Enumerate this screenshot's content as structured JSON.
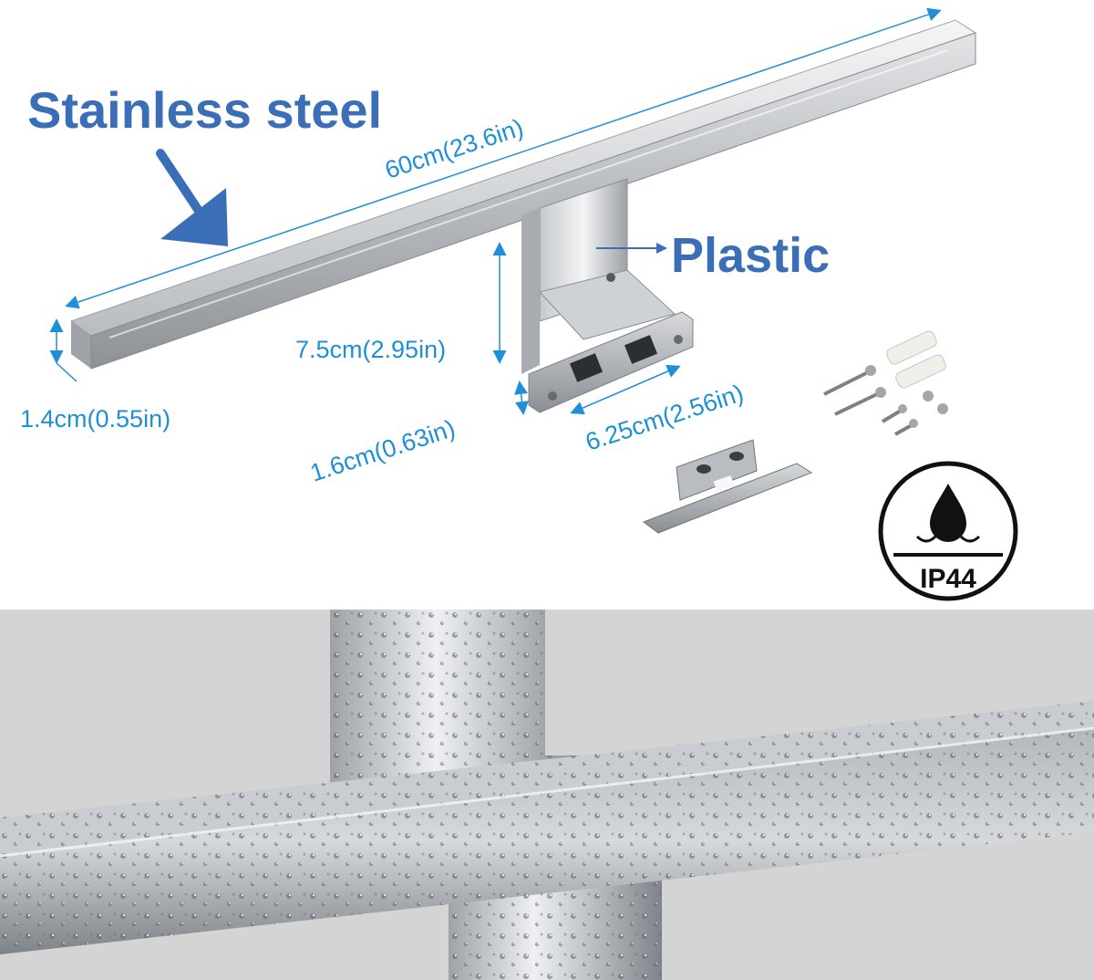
{
  "labels": {
    "stainless": "Stainless steel",
    "plastic": "Plastic"
  },
  "dimensions": {
    "length": "60cm(23.6in)",
    "height": "7.5cm(2.95in)",
    "bar_thickness": "1.4cm(0.55in)",
    "base_thickness": "1.6cm(0.63in)",
    "base_width": "6.25cm(2.56in)"
  },
  "rating": {
    "ip": "IP44",
    "icon": "water-drop-icon"
  },
  "colors": {
    "label_blue": "#3a6fb8",
    "dimension_blue": "#1f8fd6",
    "steel": "#b8bcc0",
    "background_bottom": "#d4d4d4"
  }
}
